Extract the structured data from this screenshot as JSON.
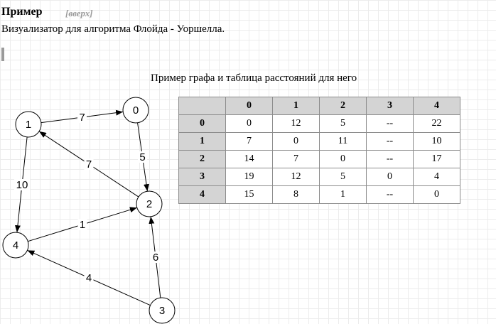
{
  "header": {
    "title": "Пример",
    "up_link": "[вверх]",
    "description": "Визуализатор для алгоритма Флойда - Уоршелла."
  },
  "caption": "Пример графа и таблица расстояний для него",
  "graph": {
    "nodes": [
      {
        "id": "0",
        "label": "0"
      },
      {
        "id": "1",
        "label": "1"
      },
      {
        "id": "2",
        "label": "2"
      },
      {
        "id": "3",
        "label": "3"
      },
      {
        "id": "4",
        "label": "4"
      }
    ],
    "edges": [
      {
        "from": "1",
        "to": "0",
        "weight": "7"
      },
      {
        "from": "0",
        "to": "2",
        "weight": "5"
      },
      {
        "from": "2",
        "to": "1",
        "weight": "7"
      },
      {
        "from": "1",
        "to": "4",
        "weight": "10"
      },
      {
        "from": "4",
        "to": "2",
        "weight": "1"
      },
      {
        "from": "3",
        "to": "2",
        "weight": "6"
      },
      {
        "from": "3",
        "to": "4",
        "weight": "4"
      }
    ]
  },
  "table": {
    "columns": [
      "",
      "0",
      "1",
      "2",
      "3",
      "4"
    ],
    "rows": [
      {
        "label": "0",
        "cells": [
          "0",
          "12",
          "5",
          "--",
          "22"
        ]
      },
      {
        "label": "1",
        "cells": [
          "7",
          "0",
          "11",
          "--",
          "10"
        ]
      },
      {
        "label": "2",
        "cells": [
          "14",
          "7",
          "0",
          "--",
          "17"
        ]
      },
      {
        "label": "3",
        "cells": [
          "19",
          "12",
          "5",
          "0",
          "4"
        ]
      },
      {
        "label": "4",
        "cells": [
          "15",
          "8",
          "1",
          "--",
          "0"
        ]
      }
    ]
  }
}
